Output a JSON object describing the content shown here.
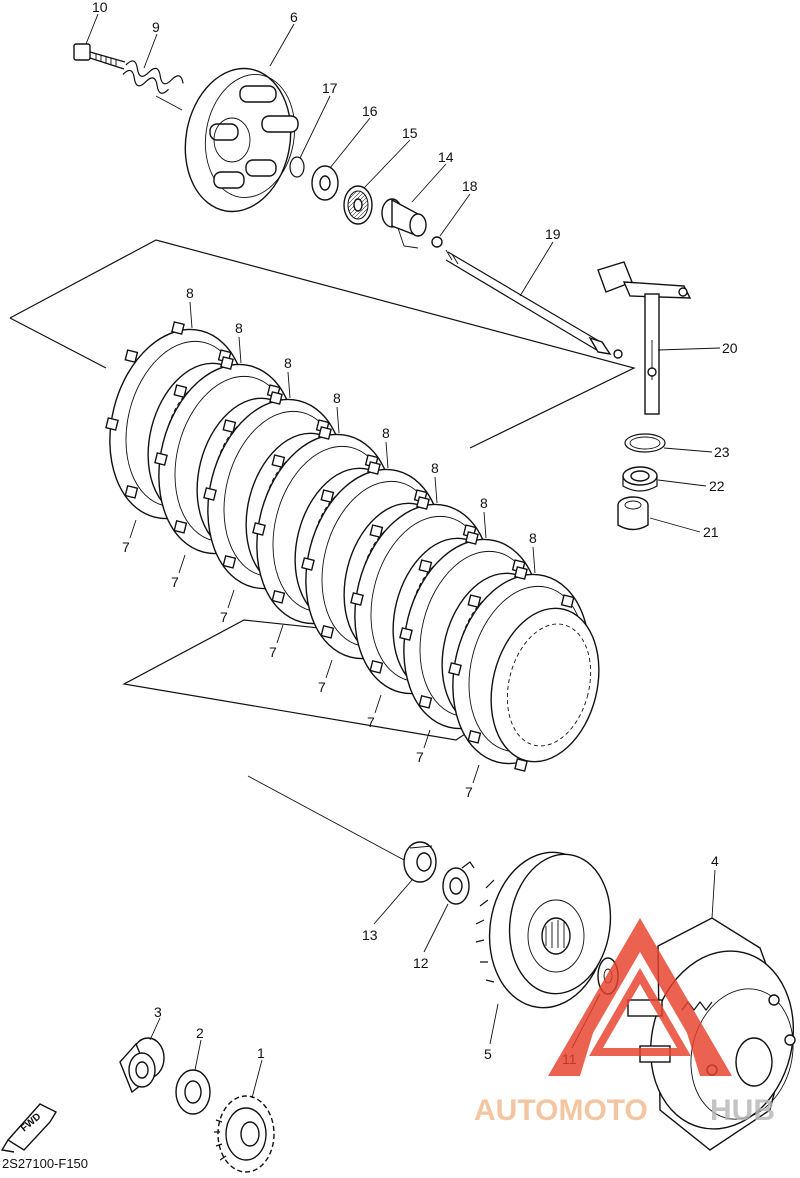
{
  "figure_code": "2S27100-F150",
  "fwd_label": "FWD",
  "watermark": {
    "text_a": "AUTOMOTO",
    "text_b": "HUB",
    "color": "#e8402a",
    "text_color": "#f2b98d",
    "hub_color": "#b6b6b6"
  },
  "callouts": {
    "p10": "10",
    "p9": "9",
    "p6": "6",
    "p17": "17",
    "p16": "16",
    "p15": "15",
    "p14": "14",
    "p18": "18",
    "p19": "19",
    "p20": "20",
    "p23": "23",
    "p22": "22",
    "p21": "21",
    "p4": "4",
    "p13": "13",
    "p12": "12",
    "p5": "5",
    "p11": "11",
    "p3": "3",
    "p2": "2",
    "p1": "1"
  },
  "plate_labels": {
    "friction": [
      "8",
      "8",
      "8",
      "8",
      "8",
      "8",
      "8",
      "8"
    ],
    "steel": [
      "7",
      "7",
      "7",
      "7",
      "7",
      "7",
      "7",
      "7"
    ]
  }
}
